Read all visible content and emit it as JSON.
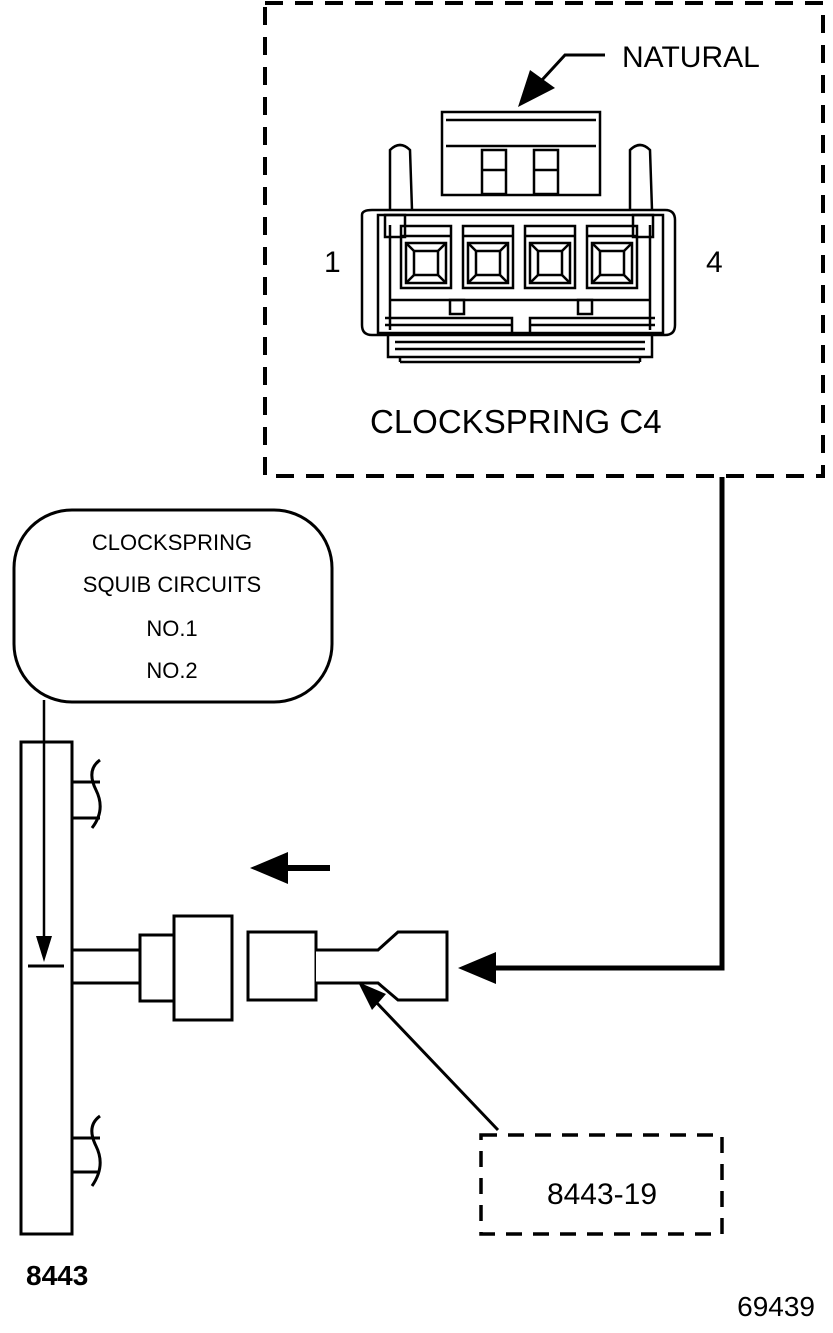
{
  "connector": {
    "color_label": "NATURAL",
    "pin_first": "1",
    "pin_last": "4",
    "name": "CLOCKSPRING C4"
  },
  "callout": {
    "lines": [
      "CLOCKSPRING",
      "SQUIB CIRCUITS",
      "NO.1",
      "NO.2"
    ]
  },
  "tool": {
    "adapter_label": "8443-19",
    "main_label": "8443"
  },
  "figure_number": "69439"
}
